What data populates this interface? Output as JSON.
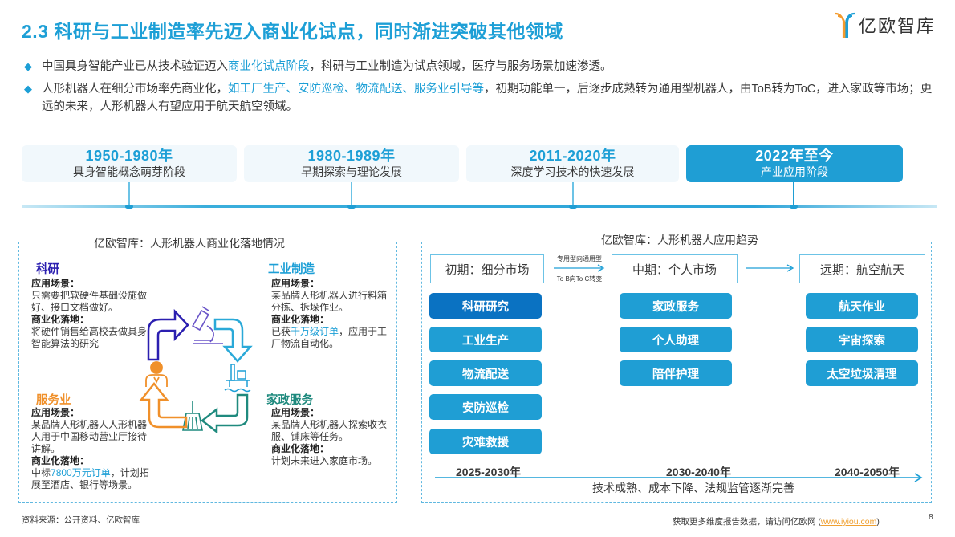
{
  "header": {
    "title": "2.3 科研与工业制造率先迈入商业化试点，同时渐进突破其他领域",
    "logo_text": "亿欧智库"
  },
  "bullets": [
    {
      "pre": "中国具身智能产业已从技术验证迈入",
      "highlight": "商业化试点阶段",
      "post": "，科研与工业制造为试点领域，医疗与服务场景加速渗透。"
    },
    {
      "pre": "人形机器人在细分市场率先商业化，",
      "highlight": "如工厂生产、安防巡检、物流配送、服务业引导等",
      "post": "，初期功能单一，后逐步成熟转为通用型机器人，由ToB转为ToC，进入家政等市场；更远的未来，人形机器人有望应用于航天航空领域。"
    }
  ],
  "timeline": [
    {
      "years": "1950-1980年",
      "desc": "具身智能概念萌芽阶段",
      "active": false
    },
    {
      "years": "1980-1989年",
      "desc": "早期探索与理论发展",
      "active": false
    },
    {
      "years": "2011-2020年",
      "desc": "深度学习技术的快速发展",
      "active": false
    },
    {
      "years": "2022年至今",
      "desc": "产业应用阶段",
      "active": true
    }
  ],
  "left_panel": {
    "title": "亿欧智库：人形机器人商业化落地情况",
    "sections": [
      {
        "heading": "科研",
        "color": "#2b1fb0",
        "scene_label": "应用场景：",
        "scene": "只需要把软硬件基础设施做好、接口文档做好。",
        "comm_label": "商业化落地：",
        "comm_pre": "将硬件销售给高校去做具身智能算法的研究",
        "comm_hl": "",
        "comm_post": ""
      },
      {
        "heading": "工业制造",
        "color": "#1d9fd6",
        "scene_label": "应用场景：",
        "scene": "某品牌人形机器人进行料箱分拣、拆垛作业。",
        "comm_label": "商业化落地：",
        "comm_pre": "已获",
        "comm_hl": "千万级订单",
        "comm_post": "，应用于工厂物流自动化。"
      },
      {
        "heading": "服务业",
        "color": "#f0902a",
        "scene_label": "应用场景：",
        "scene": "某品牌人形机器人人形机器人用于中国移动营业厅接待讲解。",
        "comm_label": "商业化落地：",
        "comm_pre": "中标",
        "comm_hl": "7800万元订单",
        "comm_post": "，计划拓展至酒店、银行等场景。"
      },
      {
        "heading": "家政服务",
        "color": "#1f8a7e",
        "scene_label": "应用场景：",
        "scene": "某品牌人形机器人探索收衣服、铺床等任务。",
        "comm_label": "商业化落地：",
        "comm_pre": "计划未来进入家庭市场。",
        "comm_hl": "",
        "comm_post": ""
      }
    ]
  },
  "right_panel": {
    "title": "亿欧智库：人形机器人应用趋势",
    "stages": [
      {
        "label": "初期：细分市场",
        "era": "2025-2030年",
        "items": [
          "科研研究",
          "工业生产",
          "物流配送",
          "安防巡检",
          "灾难救援"
        ]
      },
      {
        "label": "中期：个人市场",
        "era": "2030-2040年",
        "items": [
          "家政服务",
          "个人助理",
          "陪伴护理"
        ]
      },
      {
        "label": "远期：航空航天",
        "era": "2040-2050年",
        "items": [
          "航天作业",
          "宇宙探索",
          "太空垃圾清理"
        ]
      }
    ],
    "transition_top": "专用型向通用型",
    "transition_bottom": "To B向To C转变",
    "axis_caption": "技术成熟、成本下降、法规监管逐渐完善"
  },
  "footer": {
    "source": "资料来源：公开资料、亿欧智库",
    "more_pre": "获取更多维度报告数据，请访问亿欧网 (",
    "more_link": "www.iyiou.com",
    "more_post": ")",
    "page": "8"
  }
}
